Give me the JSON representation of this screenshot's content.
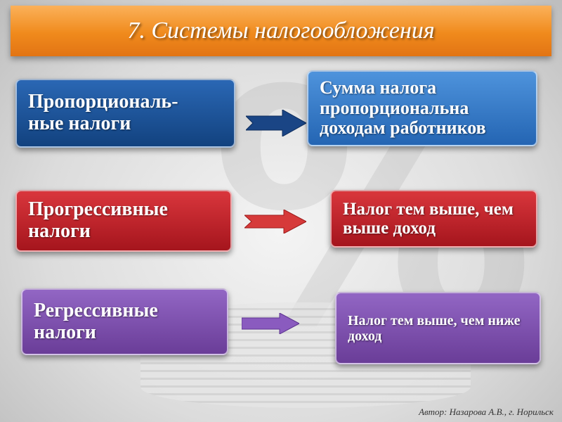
{
  "title": "7. Системы налогообложения",
  "rows": [
    {
      "term": "Пропорциональ-ные налоги",
      "term_lines": [
        "Пропорциональ-",
        "ные налоги"
      ],
      "description": "Сумма налога пропорциональна доходам работников",
      "color": "#1a4f94"
    },
    {
      "term": "Прогрессивные налоги",
      "term_lines": [
        "Прогрессивные",
        "налоги"
      ],
      "description": "Налог тем выше, чем выше доход",
      "color": "#c0202a"
    },
    {
      "term": "Регрессивные налоги",
      "term_lines": [
        "Регрессивные",
        "налоги"
      ],
      "description": "Налог тем выше, чем ниже доход",
      "color": "#7a4aa8"
    }
  ],
  "footer": "Автор: Назарова А.В., г. Норильск"
}
